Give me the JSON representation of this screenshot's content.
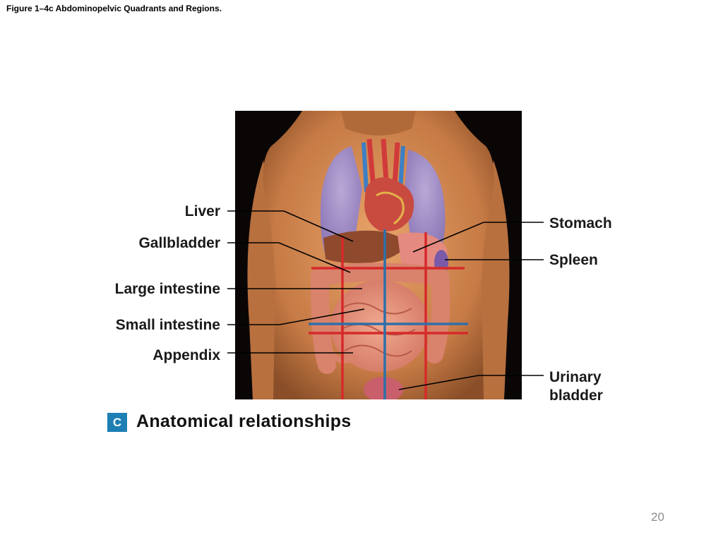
{
  "figure_title": "Figure 1–4c Abdominopelvic Quadrants and Regions.",
  "labels": {
    "liver": "Liver",
    "gallbladder": "Gallbladder",
    "large_intestine": "Large intestine",
    "small_intestine": "Small intestine",
    "appendix": "Appendix",
    "stomach": "Stomach",
    "spleen": "Spleen",
    "urinary_bladder_line1": "Urinary",
    "urinary_bladder_line2": "bladder"
  },
  "panel_letter": "C",
  "caption": "Anatomical relationships",
  "page_number": "20",
  "colors": {
    "badge": "#1e7fb5",
    "region_lines": "#d62a2a",
    "quadrant_lines": "#2f6fa8",
    "leader_lines": "#000000"
  }
}
